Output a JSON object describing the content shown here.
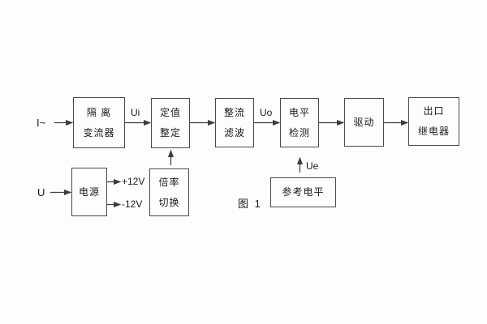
{
  "diagram": {
    "blocks": [
      {
        "name": "isolation-transformer",
        "lines": [
          "隔 离",
          "变流器"
        ]
      },
      {
        "name": "value-setting",
        "lines": [
          "定值",
          "整定"
        ]
      },
      {
        "name": "rectifier-filter",
        "lines": [
          "整流",
          "滤波"
        ]
      },
      {
        "name": "level-detection",
        "lines": [
          "电平",
          "检测"
        ]
      },
      {
        "name": "driver",
        "lines": [
          "驱动"
        ]
      },
      {
        "name": "output-relay",
        "lines": [
          "出口",
          "继电器"
        ]
      },
      {
        "name": "power-supply",
        "lines": [
          "电源"
        ]
      },
      {
        "name": "ratio-switch",
        "lines": [
          "倍率",
          "切换"
        ]
      },
      {
        "name": "reference-level",
        "lines": [
          "参考电平"
        ]
      }
    ],
    "labels": {
      "input_current": "I~",
      "ui": "Ui",
      "uo": "Uo",
      "ue": "Ue",
      "input_voltage": "U",
      "plus_12v": "+12V",
      "minus_12v": "-12V"
    },
    "caption": "图 1",
    "colors": {
      "line": "#3d3d3d",
      "border": "#4a4a4a",
      "text": "#1a1a1a",
      "background": "#fdfdfd"
    }
  }
}
